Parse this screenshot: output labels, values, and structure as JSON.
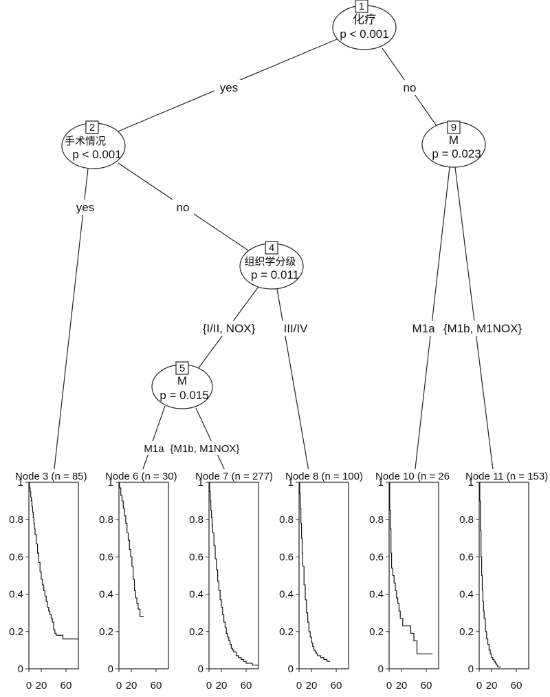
{
  "nodes": {
    "n1": {
      "id": "1",
      "var": "化疗",
      "p": "p < 0.001"
    },
    "n2": {
      "id": "2",
      "var": "手术情况",
      "p": "p < 0.001"
    },
    "n4": {
      "id": "4",
      "var": "组织学分级",
      "p": "p = 0.011"
    },
    "n5": {
      "id": "5",
      "var": "M",
      "p": "p = 0.015"
    },
    "n9": {
      "id": "9",
      "var": "M",
      "p": "p = 0.023"
    }
  },
  "edges": {
    "e1_2": "yes",
    "e1_9": "no",
    "e2_3": "yes",
    "e2_4": "no",
    "e4_5": "{I/II, NOX}",
    "e4_8": "III/IV",
    "e5_6": "M1a",
    "e5_7": "{M1b, M1NOX}",
    "e9_10": "M1a",
    "e9_11": "{M1b, M1NOX}"
  },
  "chart_data": {
    "type": "line",
    "y_ticks": [
      "0",
      "0.2",
      "0.4",
      "0.6",
      "0.8",
      "1"
    ],
    "x_ticks": [
      "0",
      "20",
      "60"
    ],
    "ylim": [
      0,
      1
    ],
    "xlim": [
      0,
      80
    ],
    "terminal_nodes": [
      {
        "title": "Node 3 (n = 85)",
        "x": [
          0,
          1,
          2,
          3,
          4,
          5,
          6,
          7,
          8,
          9,
          10,
          12,
          14,
          16,
          18,
          20,
          22,
          24,
          26,
          28,
          30,
          32,
          34,
          36,
          38,
          40,
          42,
          44,
          46,
          50,
          55,
          60,
          70,
          80
        ],
        "y": [
          1,
          0.97,
          0.95,
          0.92,
          0.9,
          0.87,
          0.84,
          0.81,
          0.78,
          0.75,
          0.72,
          0.67,
          0.62,
          0.57,
          0.52,
          0.48,
          0.45,
          0.42,
          0.39,
          0.36,
          0.33,
          0.31,
          0.29,
          0.27,
          0.25,
          0.21,
          0.19,
          0.18,
          0.18,
          0.18,
          0.16,
          0.16,
          0.16,
          0.16
        ]
      },
      {
        "title": "Node 6 (n = 30)",
        "x": [
          0,
          1,
          3,
          5,
          7,
          9,
          11,
          13,
          15,
          17,
          19,
          21,
          23,
          25,
          27,
          29,
          31,
          34,
          38,
          40
        ],
        "y": [
          1,
          0.97,
          0.93,
          0.9,
          0.86,
          0.82,
          0.78,
          0.73,
          0.69,
          0.64,
          0.6,
          0.55,
          0.48,
          0.42,
          0.38,
          0.35,
          0.32,
          0.28,
          0.28,
          0.28
        ]
      },
      {
        "title": "Node 7 (n = 277)",
        "x": [
          0,
          1,
          2,
          3,
          4,
          5,
          6,
          8,
          10,
          12,
          14,
          16,
          18,
          20,
          22,
          24,
          26,
          28,
          30,
          32,
          34,
          36,
          38,
          40,
          44,
          48,
          52,
          56,
          60,
          65,
          70,
          75,
          80
        ],
        "y": [
          1,
          0.95,
          0.9,
          0.85,
          0.81,
          0.77,
          0.73,
          0.66,
          0.59,
          0.53,
          0.47,
          0.42,
          0.37,
          0.33,
          0.29,
          0.25,
          0.22,
          0.19,
          0.17,
          0.15,
          0.13,
          0.11,
          0.1,
          0.09,
          0.07,
          0.06,
          0.05,
          0.04,
          0.03,
          0.03,
          0.02,
          0.02,
          0.02
        ]
      },
      {
        "title": "Node 8 (n = 100)",
        "x": [
          0,
          1,
          2,
          3,
          4,
          5,
          6,
          8,
          10,
          12,
          14,
          16,
          18,
          20,
          22,
          24,
          26,
          28,
          30,
          35,
          40,
          45,
          50
        ],
        "y": [
          1,
          0.94,
          0.86,
          0.78,
          0.7,
          0.62,
          0.55,
          0.45,
          0.37,
          0.3,
          0.25,
          0.2,
          0.17,
          0.14,
          0.12,
          0.1,
          0.09,
          0.08,
          0.07,
          0.06,
          0.05,
          0.04,
          0.04
        ]
      },
      {
        "title": "Node 10 (n = 26",
        "x": [
          0,
          1,
          2,
          3,
          4,
          6,
          8,
          10,
          12,
          14,
          16,
          18,
          20,
          22,
          25,
          28,
          30,
          35,
          40,
          45,
          50,
          60,
          70
        ],
        "y": [
          1,
          0.85,
          0.75,
          0.62,
          0.54,
          0.5,
          0.46,
          0.42,
          0.38,
          0.35,
          0.31,
          0.27,
          0.27,
          0.23,
          0.23,
          0.23,
          0.23,
          0.19,
          0.15,
          0.08,
          0.08,
          0.08,
          0.08
        ]
      },
      {
        "title": "Node 11 (n = 153)",
        "x": [
          0,
          1,
          2,
          3,
          4,
          5,
          6,
          7,
          8,
          10,
          12,
          14,
          16,
          18,
          20,
          22,
          24,
          26,
          28,
          30,
          32,
          35
        ],
        "y": [
          1,
          0.9,
          0.74,
          0.6,
          0.5,
          0.42,
          0.36,
          0.31,
          0.27,
          0.2,
          0.16,
          0.13,
          0.1,
          0.08,
          0.06,
          0.05,
          0.04,
          0.03,
          0.02,
          0.01,
          0.01,
          0.01
        ]
      }
    ]
  }
}
